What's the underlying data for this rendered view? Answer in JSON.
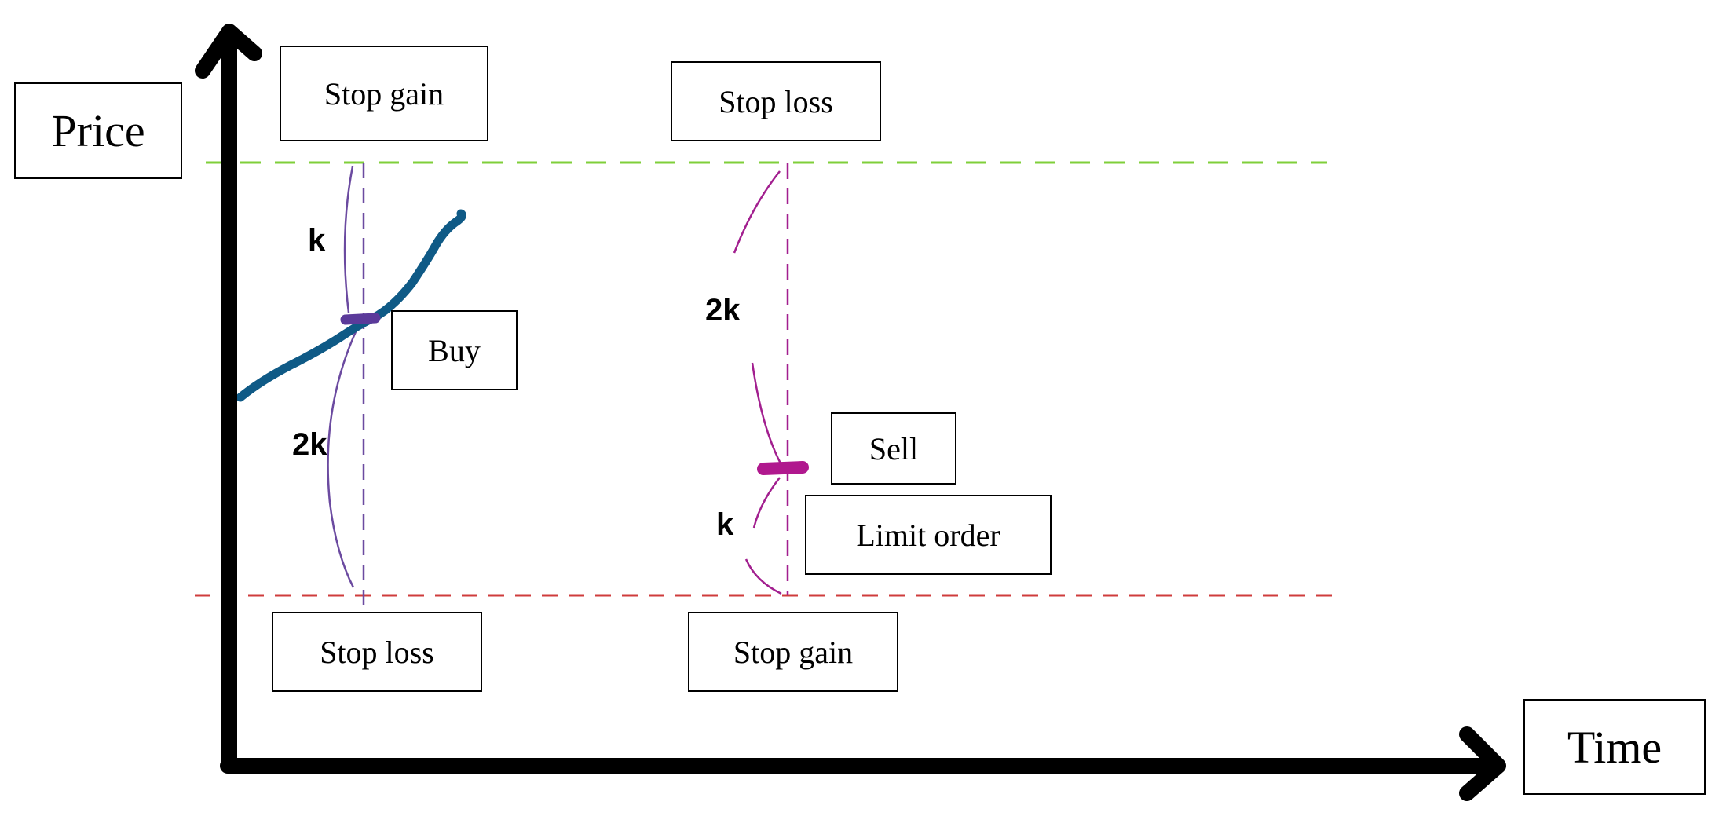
{
  "axes": {
    "y_label": "Price",
    "x_label": "Time"
  },
  "levels": {
    "upper_color": "#7fcf3a",
    "lower_color": "#cf3c3c"
  },
  "long_trade": {
    "stop_gain_label": "Stop gain",
    "stop_loss_label": "Stop loss",
    "entry_label": "Buy",
    "upper_distance": "k",
    "lower_distance": "2k",
    "marker_color": "#5b3a9a",
    "price_line_color": "#0f5a86",
    "bracket_color": "#6b4aa0"
  },
  "short_trade": {
    "stop_loss_label": "Stop loss",
    "stop_gain_label": "Stop gain",
    "entry_label": "Sell",
    "order_type_label": "Limit order",
    "upper_distance": "2k",
    "lower_distance": "k",
    "marker_color": "#b0188e",
    "bracket_color": "#a21f8f"
  }
}
